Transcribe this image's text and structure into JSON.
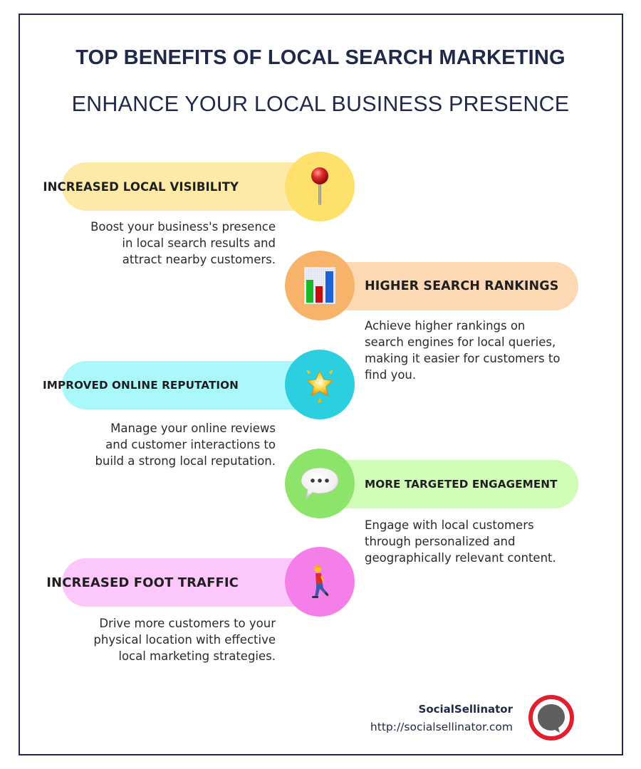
{
  "header": {
    "title": "TOP BENEFITS OF LOCAL SEARCH MARKETING",
    "subtitle": "ENHANCE YOUR LOCAL BUSINESS PRESENCE"
  },
  "colors": {
    "frame_border": "#1e2a47",
    "title_text": "#1e2a47"
  },
  "benefits": [
    {
      "title": "INCREASED LOCAL VISIBILITY",
      "icon": "round-pushpin-icon",
      "side": "left",
      "pill_color": "#fdeaa8",
      "circle_color": "#fee06c",
      "description": [
        "Boost your business's presence",
        "in local search results and",
        "attract nearby customers."
      ]
    },
    {
      "title": "HIGHER SEARCH RANKINGS",
      "icon": "bar-chart-icon",
      "side": "right",
      "pill_color": "#fdd9b3",
      "circle_color": "#f7b36a",
      "description": [
        "Achieve higher rankings on",
        "search engines for local queries,",
        "making it easier for customers to",
        "find you."
      ]
    },
    {
      "title": "IMPROVED ONLINE REPUTATION",
      "icon": "glowing-star-icon",
      "side": "left",
      "pill_color": "#abf8fb",
      "circle_color": "#2ccfe0",
      "description": [
        "Manage your online reviews",
        "and customer interactions to",
        "build a strong local reputation."
      ]
    },
    {
      "title": "MORE TARGETED ENGAGEMENT",
      "icon": "speech-bubble-icon",
      "side": "right",
      "pill_color": "#d1fcb8",
      "circle_color": "#8de46a",
      "description": [
        "Engage with local customers",
        "through personalized and",
        "geographically relevant content."
      ]
    },
    {
      "title": "INCREASED FOOT TRAFFIC",
      "icon": "person-walking-icon",
      "side": "left",
      "pill_color": "#fcc8fb",
      "circle_color": "#f57fe8",
      "description": [
        "Drive more customers to your",
        "physical location with effective",
        "local marketing strategies."
      ]
    }
  ],
  "footer": {
    "brand_name": "SocialSellinator",
    "brand_url": "http://socialsellinator.com",
    "logo_icon": "socialsellinator-logo-icon",
    "logo_ring_color": "#e0202f",
    "logo_bubble_color": "#5f5f61"
  }
}
